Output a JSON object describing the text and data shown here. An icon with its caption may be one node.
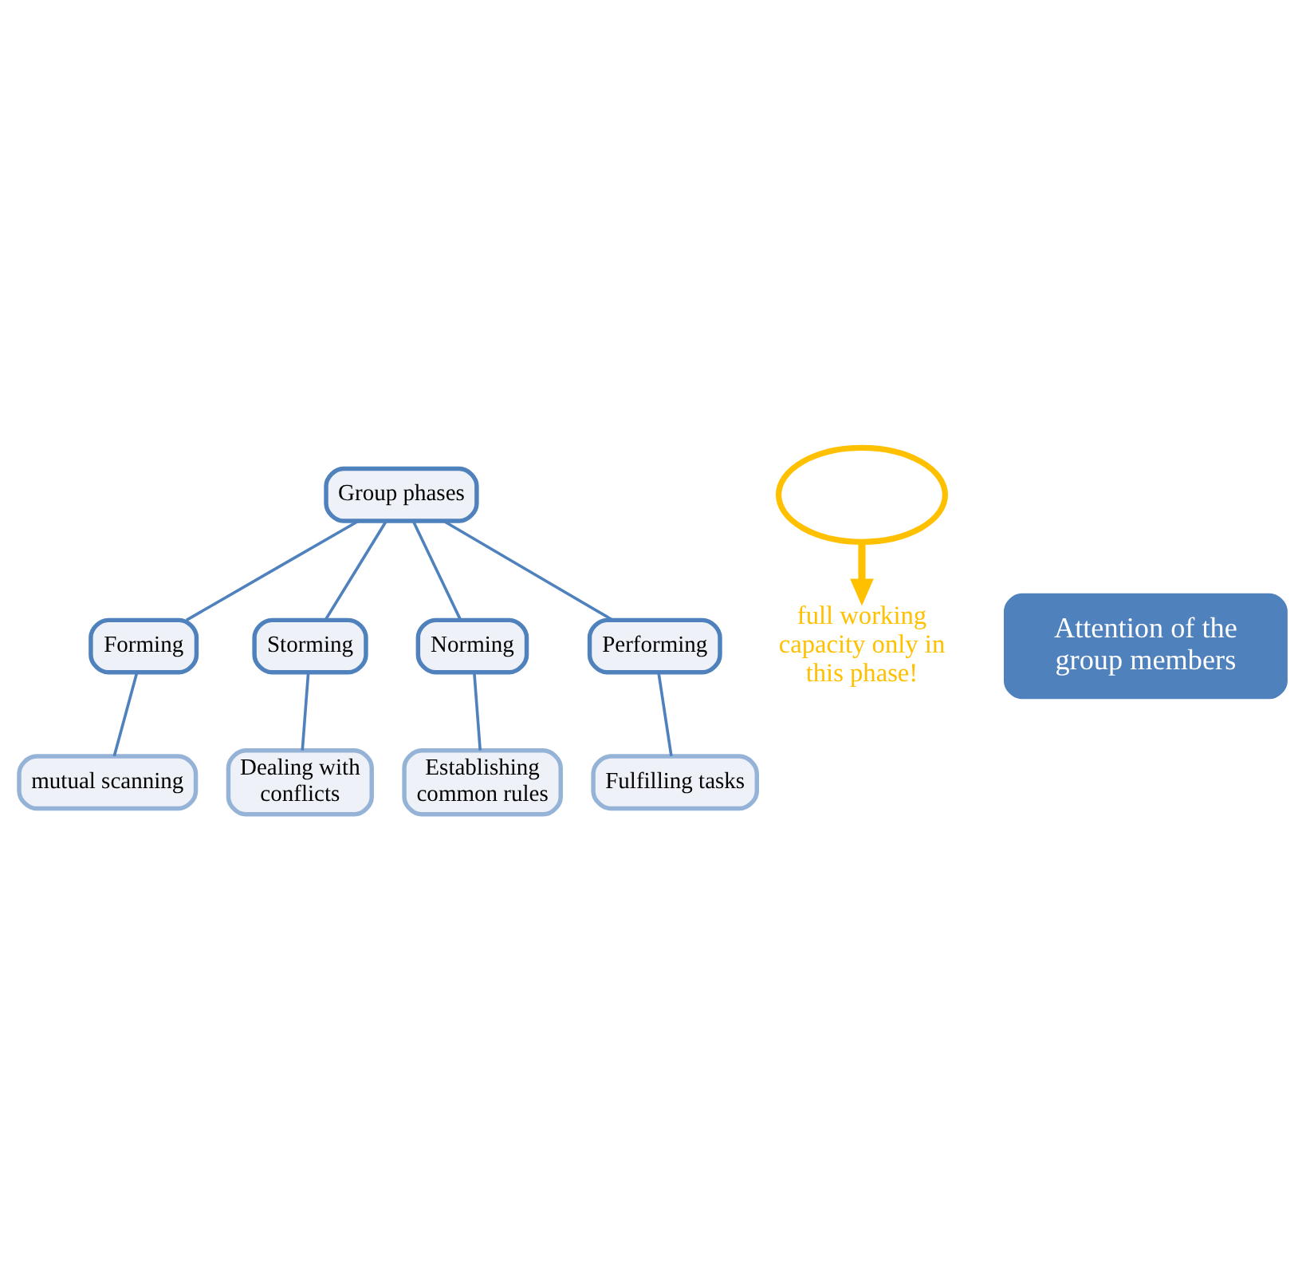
{
  "diagram": {
    "nodes": [
      {
        "text": [
          "Group phases"
        ]
      },
      {
        "text": [
          "Forming"
        ]
      },
      {
        "text": [
          "Storming"
        ]
      },
      {
        "text": [
          "Norming"
        ]
      },
      {
        "text": [
          "Performing"
        ]
      },
      {
        "text": [
          "mutual scanning"
        ]
      },
      {
        "text": [
          "Dealing with conflicts"
        ]
      },
      {
        "text": [
          "Establishing common rules"
        ]
      },
      {
        "text": [
          "Fulfilling tasks"
        ]
      },
      {
        "text": [],
        "shape": "ellipse"
      },
      {
        "text": [
          "full working capacity only in this phase!"
        ]
      },
      {
        "text": [
          "Attention of the group members"
        ]
      }
    ],
    "edges": [
      {
        "from": 0,
        "to": 1,
        "arrow": "none"
      },
      {
        "from": 0,
        "to": 2,
        "arrow": "none"
      },
      {
        "from": 0,
        "to": 3,
        "arrow": "none"
      },
      {
        "from": 0,
        "to": 4,
        "arrow": "none"
      },
      {
        "from": 1,
        "to": 5,
        "arrow": "none"
      },
      {
        "from": 2,
        "to": 6,
        "arrow": "none"
      },
      {
        "from": 3,
        "to": 7,
        "arrow": "none"
      },
      {
        "from": 4,
        "to": 8,
        "arrow": "none"
      },
      {
        "from": 9,
        "to": 10,
        "arrow": "to",
        "style": "thick",
        "color": "#ffc000"
      }
    ]
  }
}
